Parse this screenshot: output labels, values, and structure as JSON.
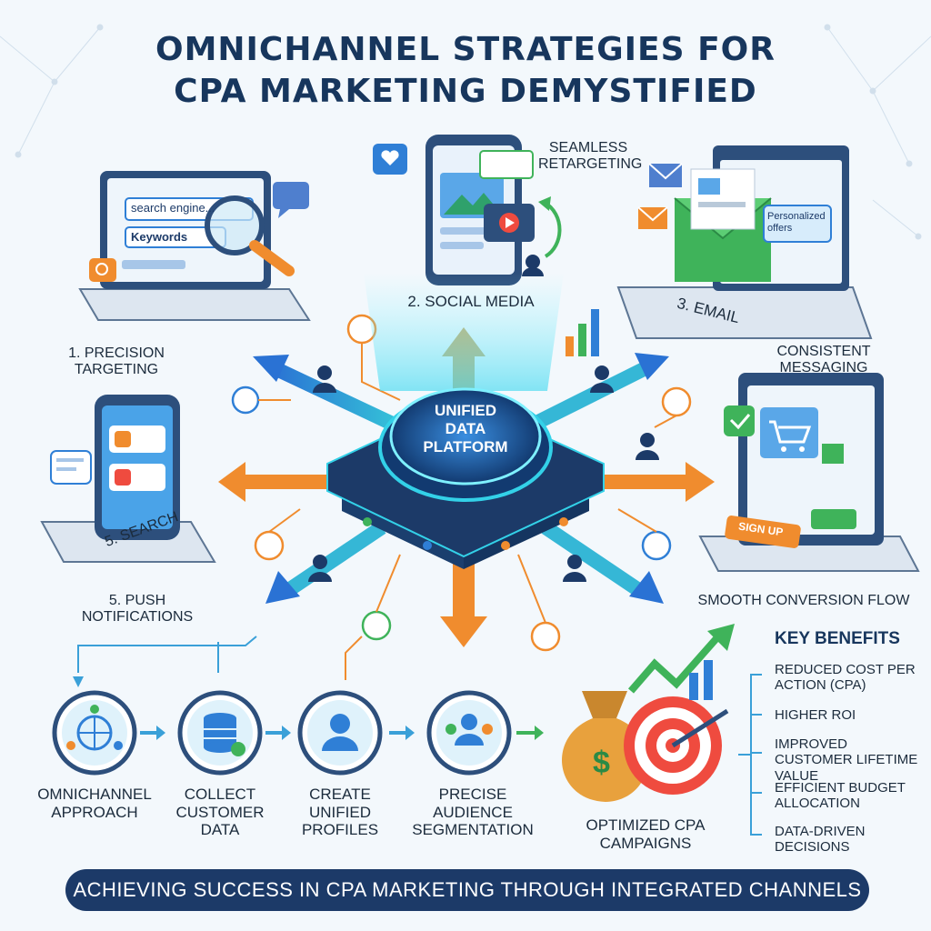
{
  "title": {
    "line1": "OMNICHANNEL STRATEGIES FOR",
    "line2": "CPA MARKETING DEMYSTIFIED"
  },
  "hub": {
    "line1": "UNIFIED",
    "line2": "DATA",
    "line3": "PLATFORM"
  },
  "channels": {
    "precision_targeting": "1. PRECISION TARGETING",
    "social_media": "2. SOCIAL MEDIA",
    "email": "3. EMAIL",
    "search": "5. SEARCH",
    "push_notifications": "5. PUSH NOTIFICATIONS",
    "seamless_retargeting": "SEAMLESS RETARGETING",
    "consistent_messaging": "CONSISTENT MESSAGING",
    "smooth_conversion_flow": "SMOOTH CONVERSION FLOW"
  },
  "screens": {
    "search_engine": "search engine...",
    "keywords": "Keywords",
    "personalized_offers": "Personalized offers",
    "sign_up": "SIGN UP"
  },
  "process_steps": [
    {
      "label": "OMNICHANNEL APPROACH",
      "icon": "globe-network-icon"
    },
    {
      "label": "COLLECT CUSTOMER DATA",
      "icon": "database-icon"
    },
    {
      "label": "CREATE UNIFIED PROFILES",
      "icon": "user-profile-icon"
    },
    {
      "label": "PRECISE AUDIENCE SEGMENTATION",
      "icon": "audience-group-icon"
    },
    {
      "label": "OPTIMIZED CPA CAMPAIGNS",
      "icon": "money-bag-target-icon"
    }
  ],
  "benefits": {
    "title": "KEY BENEFITS",
    "items": [
      "REDUCED COST PER ACTION (CPA)",
      "HIGHER ROI",
      "IMPROVED CUSTOMER LIFETIME VALUE",
      "EFFICIENT BUDGET ALLOCATION",
      "DATA-DRIVEN DECISIONS"
    ]
  },
  "banner": "ACHIEVING SUCCESS IN CPA MARKETING THROUGH INTEGRATED CHANNELS",
  "colors": {
    "navy": "#1c3a68",
    "teal": "#27c2b8",
    "blue": "#2f7fd6",
    "orange": "#f08c2e",
    "green": "#3fb35a",
    "background": "#f3f8fc"
  }
}
